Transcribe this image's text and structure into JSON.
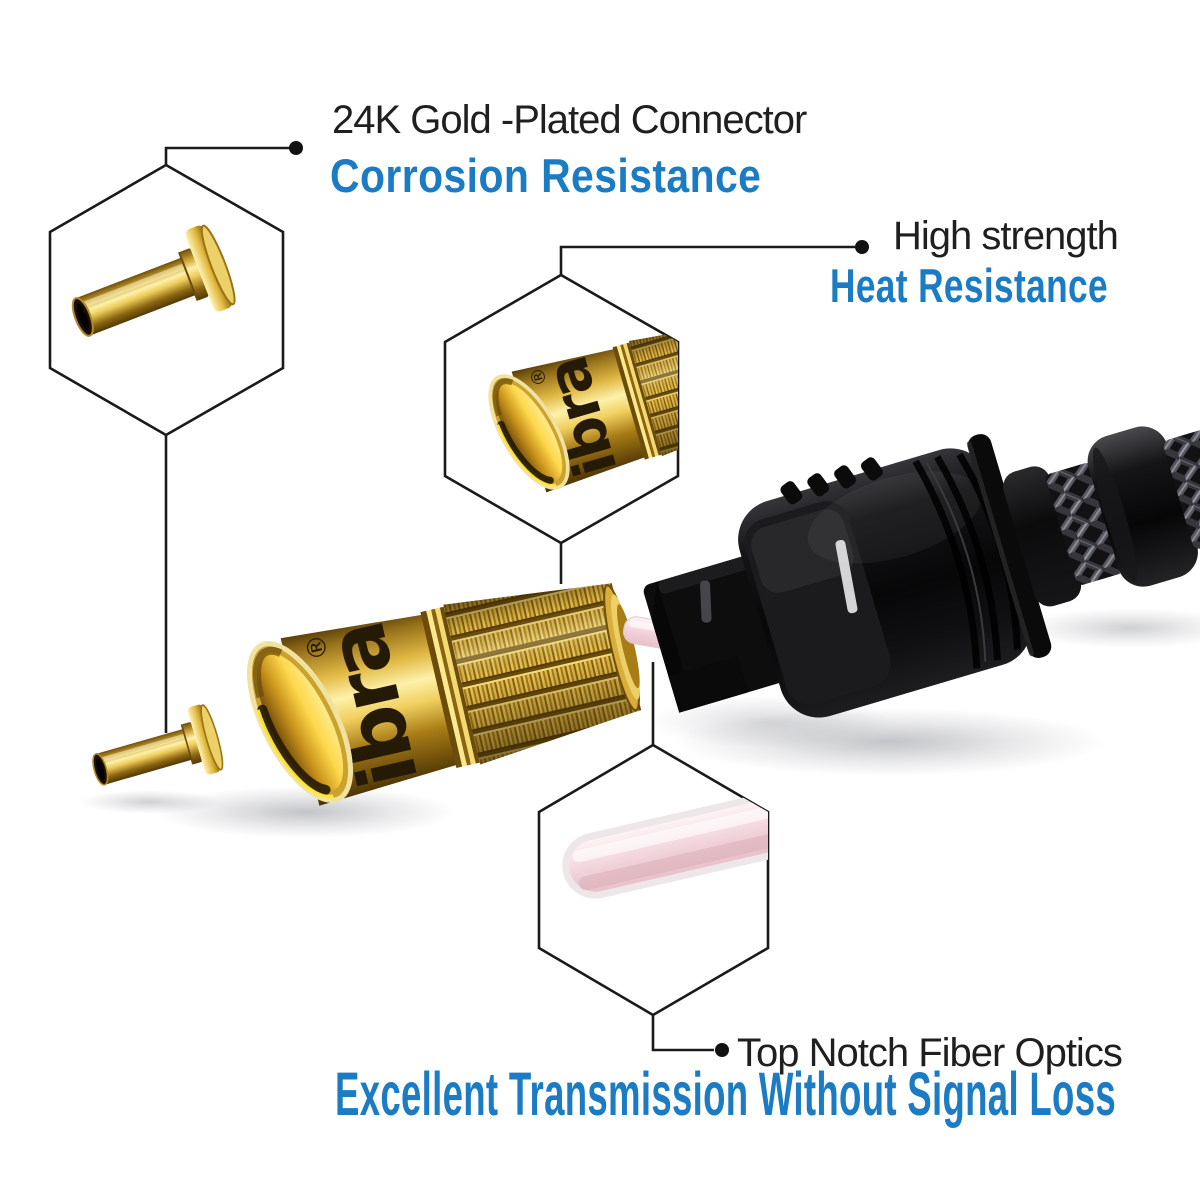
{
  "page": {
    "background": "#ffffff",
    "type": "product-feature-annotation-image"
  },
  "brand": {
    "logo_text": "ibra",
    "registered_mark": "®"
  },
  "callouts": [
    {
      "id": "gold-plated-connector",
      "title": "24K Gold -Plated Connector",
      "subtitle": "Corrosion Resistance"
    },
    {
      "id": "high-strength",
      "title": "High strength",
      "subtitle": "Heat Resistance"
    },
    {
      "id": "fiber-optics",
      "title": "Top Notch Fiber Optics",
      "subtitle": "Excellent Transmission Without Signal Loss"
    }
  ],
  "colors": {
    "accent_blue": "#1b7cc4",
    "title_black": "#1f1f1f",
    "gold": "#d9ae3a",
    "gold_highlight": "#fdf2aa",
    "gold_shadow": "#5a3e08",
    "fiber_pink": "#f6dde3",
    "cable_black": "#0c0c0d",
    "callout_line": "#1b1b1b"
  }
}
